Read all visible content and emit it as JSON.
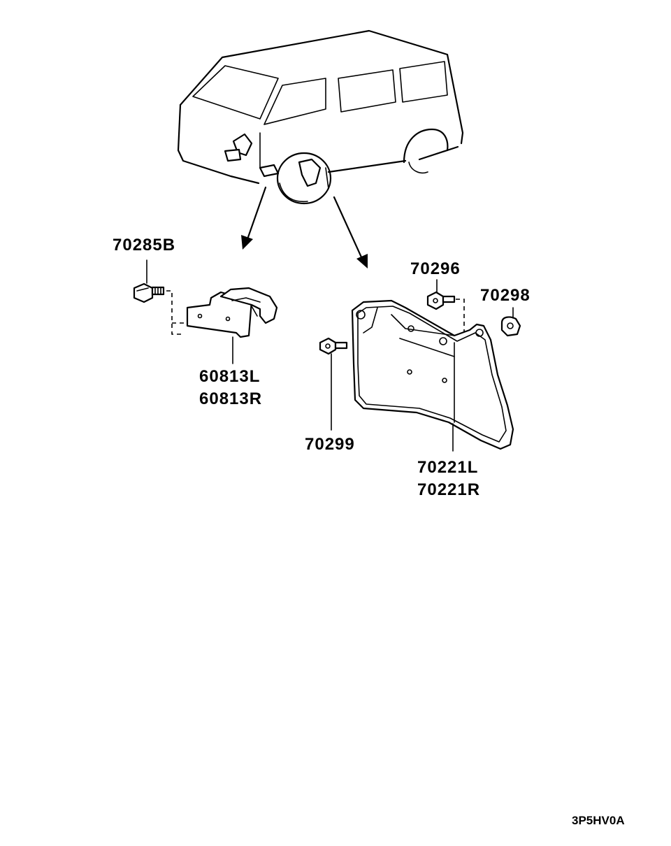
{
  "labels": {
    "p70285b": "70285B",
    "p60813l": "60813L",
    "p60813r": "60813R",
    "p70296": "70296",
    "p70298": "70298",
    "p70299": "70299",
    "p70221l": "70221L",
    "p70221r": "70221R"
  },
  "diagram_code": "3P5HV0A"
}
